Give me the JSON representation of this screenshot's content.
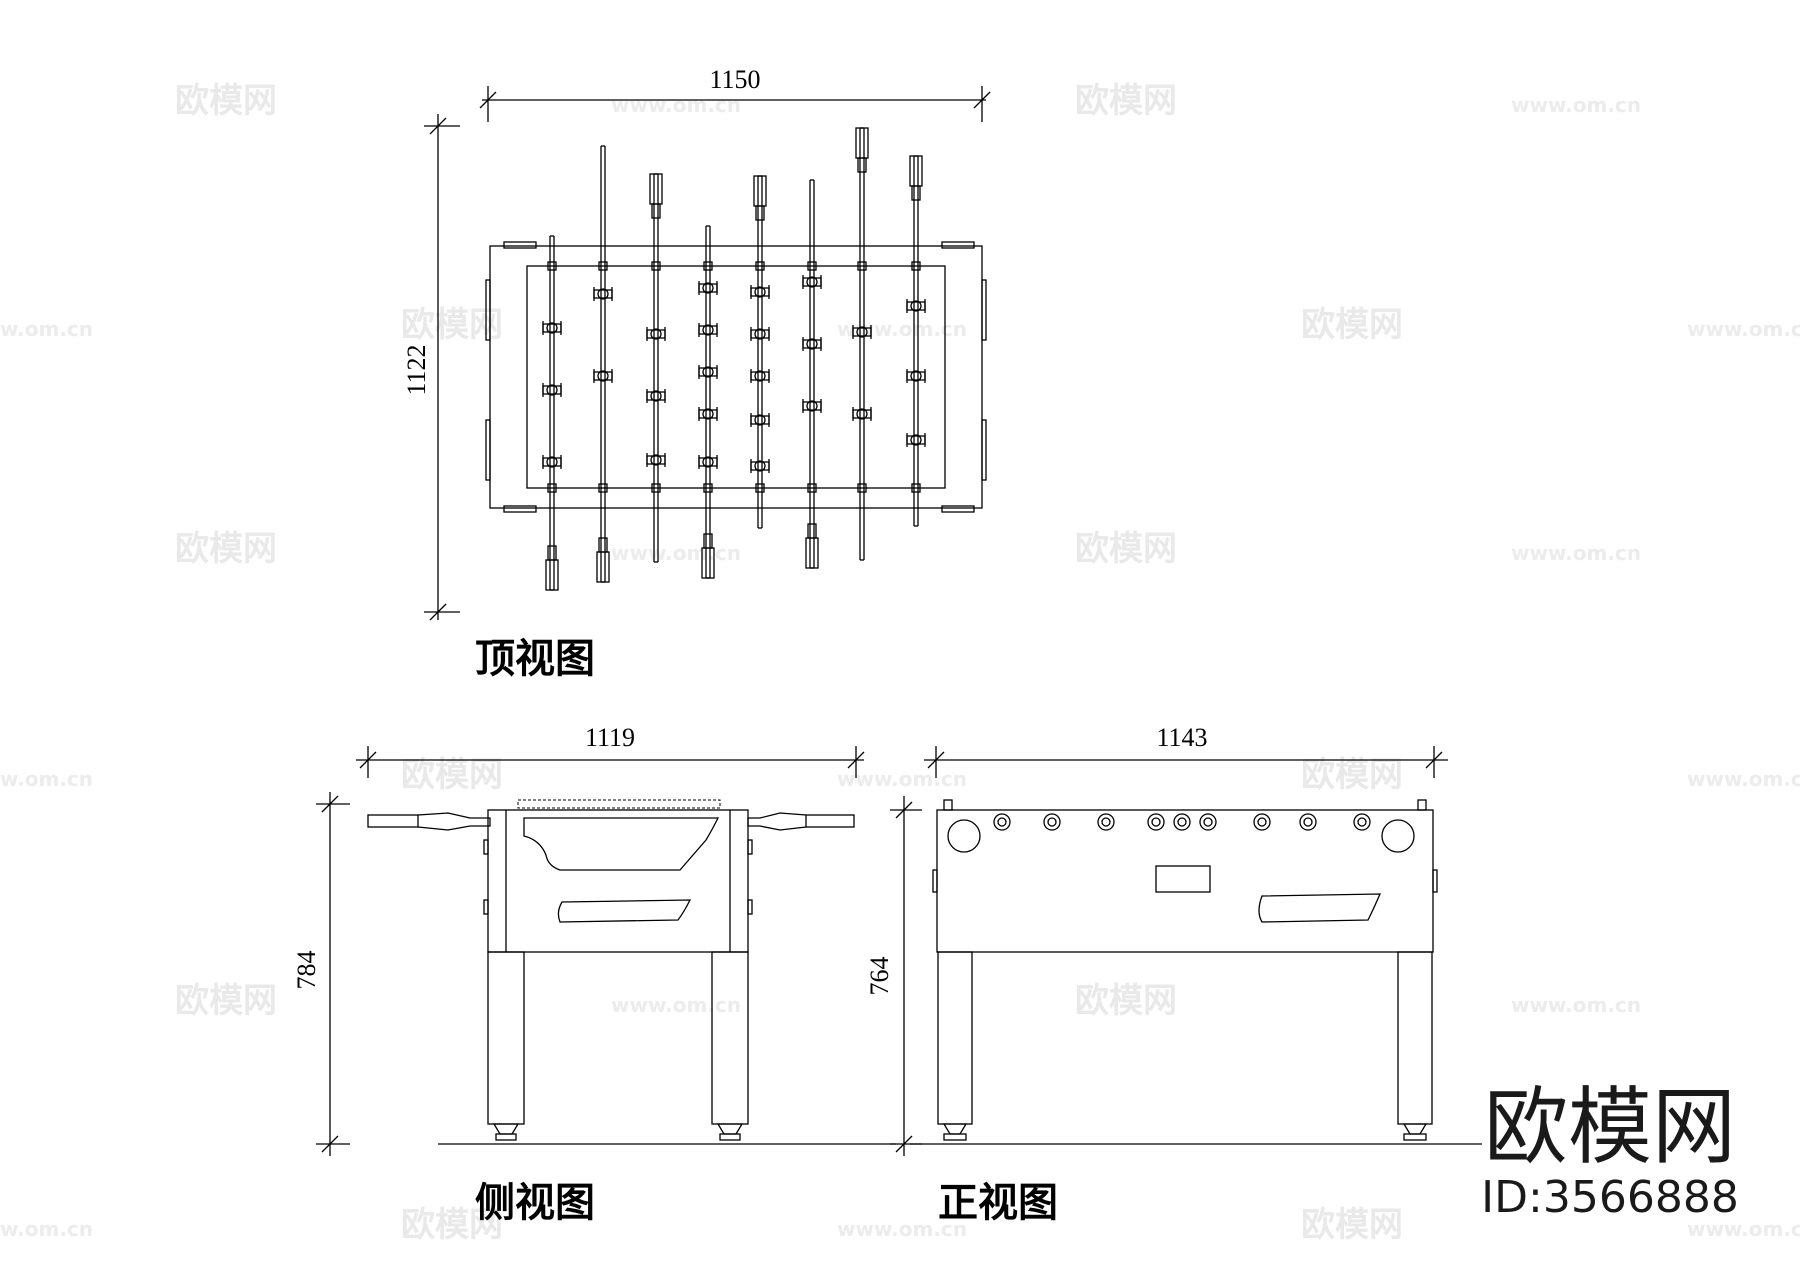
{
  "watermark": {
    "logo_text": "欧模网",
    "url_text": "www.om.cn"
  },
  "views": {
    "top": {
      "label": "顶视图",
      "width_dim": "1150",
      "depth_dim": "1122"
    },
    "side": {
      "label": "侧视图",
      "width_dim": "1119",
      "height_dim": "784"
    },
    "front": {
      "label": "正视图",
      "width_dim": "1143",
      "height_dim": "764"
    }
  },
  "brand": {
    "name": "欧模网",
    "id": "ID:3566888"
  }
}
